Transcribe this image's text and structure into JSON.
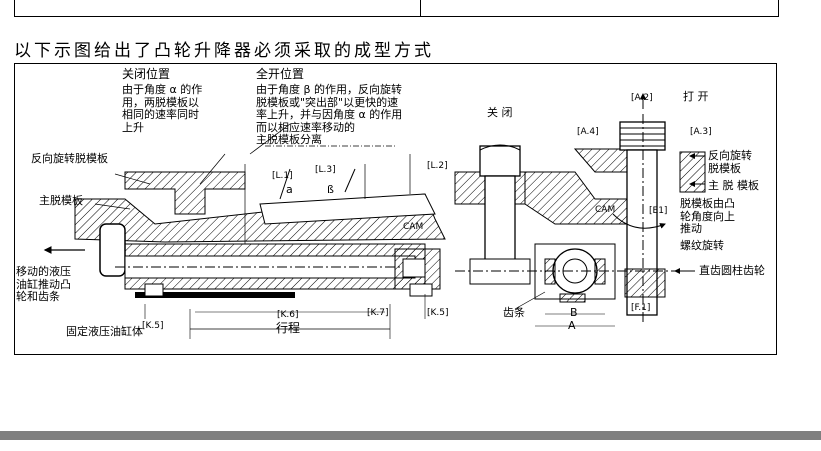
{
  "heading": "以下示图给出了凸轮升降器必须采取的成型方式",
  "labels": {
    "closed_position": "关闭位置",
    "closed_desc": "由于角度 α 的作\n用，两脱模板以\n相同的速率同时\n上升",
    "open_position": "全开位置",
    "open_desc": "由于角度 β 的作用，反向旋转\n脱模板或\"突出部\"以更快的速\n率上升，并与因角度 α 的作用\n而以相应速率移动的\n主脱模板分离",
    "reverse_plate_left": "反向旋转脱模板",
    "main_plate_left": "主脱模板",
    "moving_cylinder": "移动的液压\n油缸推动凸\n轮和齿条",
    "fixed_cylinder": "固定液压油缸体",
    "stroke": "行程",
    "rack": "齿条",
    "closed_right": "关 闭",
    "open_right": "打 开",
    "reverse_plate_right": "反向旋转\n脱模板",
    "main_plate_right": "主 脱 模板",
    "cam_note": "脱模板由凸\n轮角度向上\n推动",
    "thread_rotate": "螺纹旋转",
    "spur_gear": "直齿圆柱齿轮",
    "cam": "CAM",
    "alpha": "a",
    "beta": "ß",
    "L1": "[L.1]",
    "L2": "[L.2]",
    "L3": "[L.3]",
    "K5a": "[K.5]",
    "K5b": "[K.5]",
    "K6": "[K.6]",
    "K7": "[K.7]",
    "A2": "[A.2]",
    "A3": "[A.3]",
    "A4": "[A.4]",
    "E1": "[E1]",
    "F1": "[F.1]",
    "B": "B",
    "A": "A"
  }
}
